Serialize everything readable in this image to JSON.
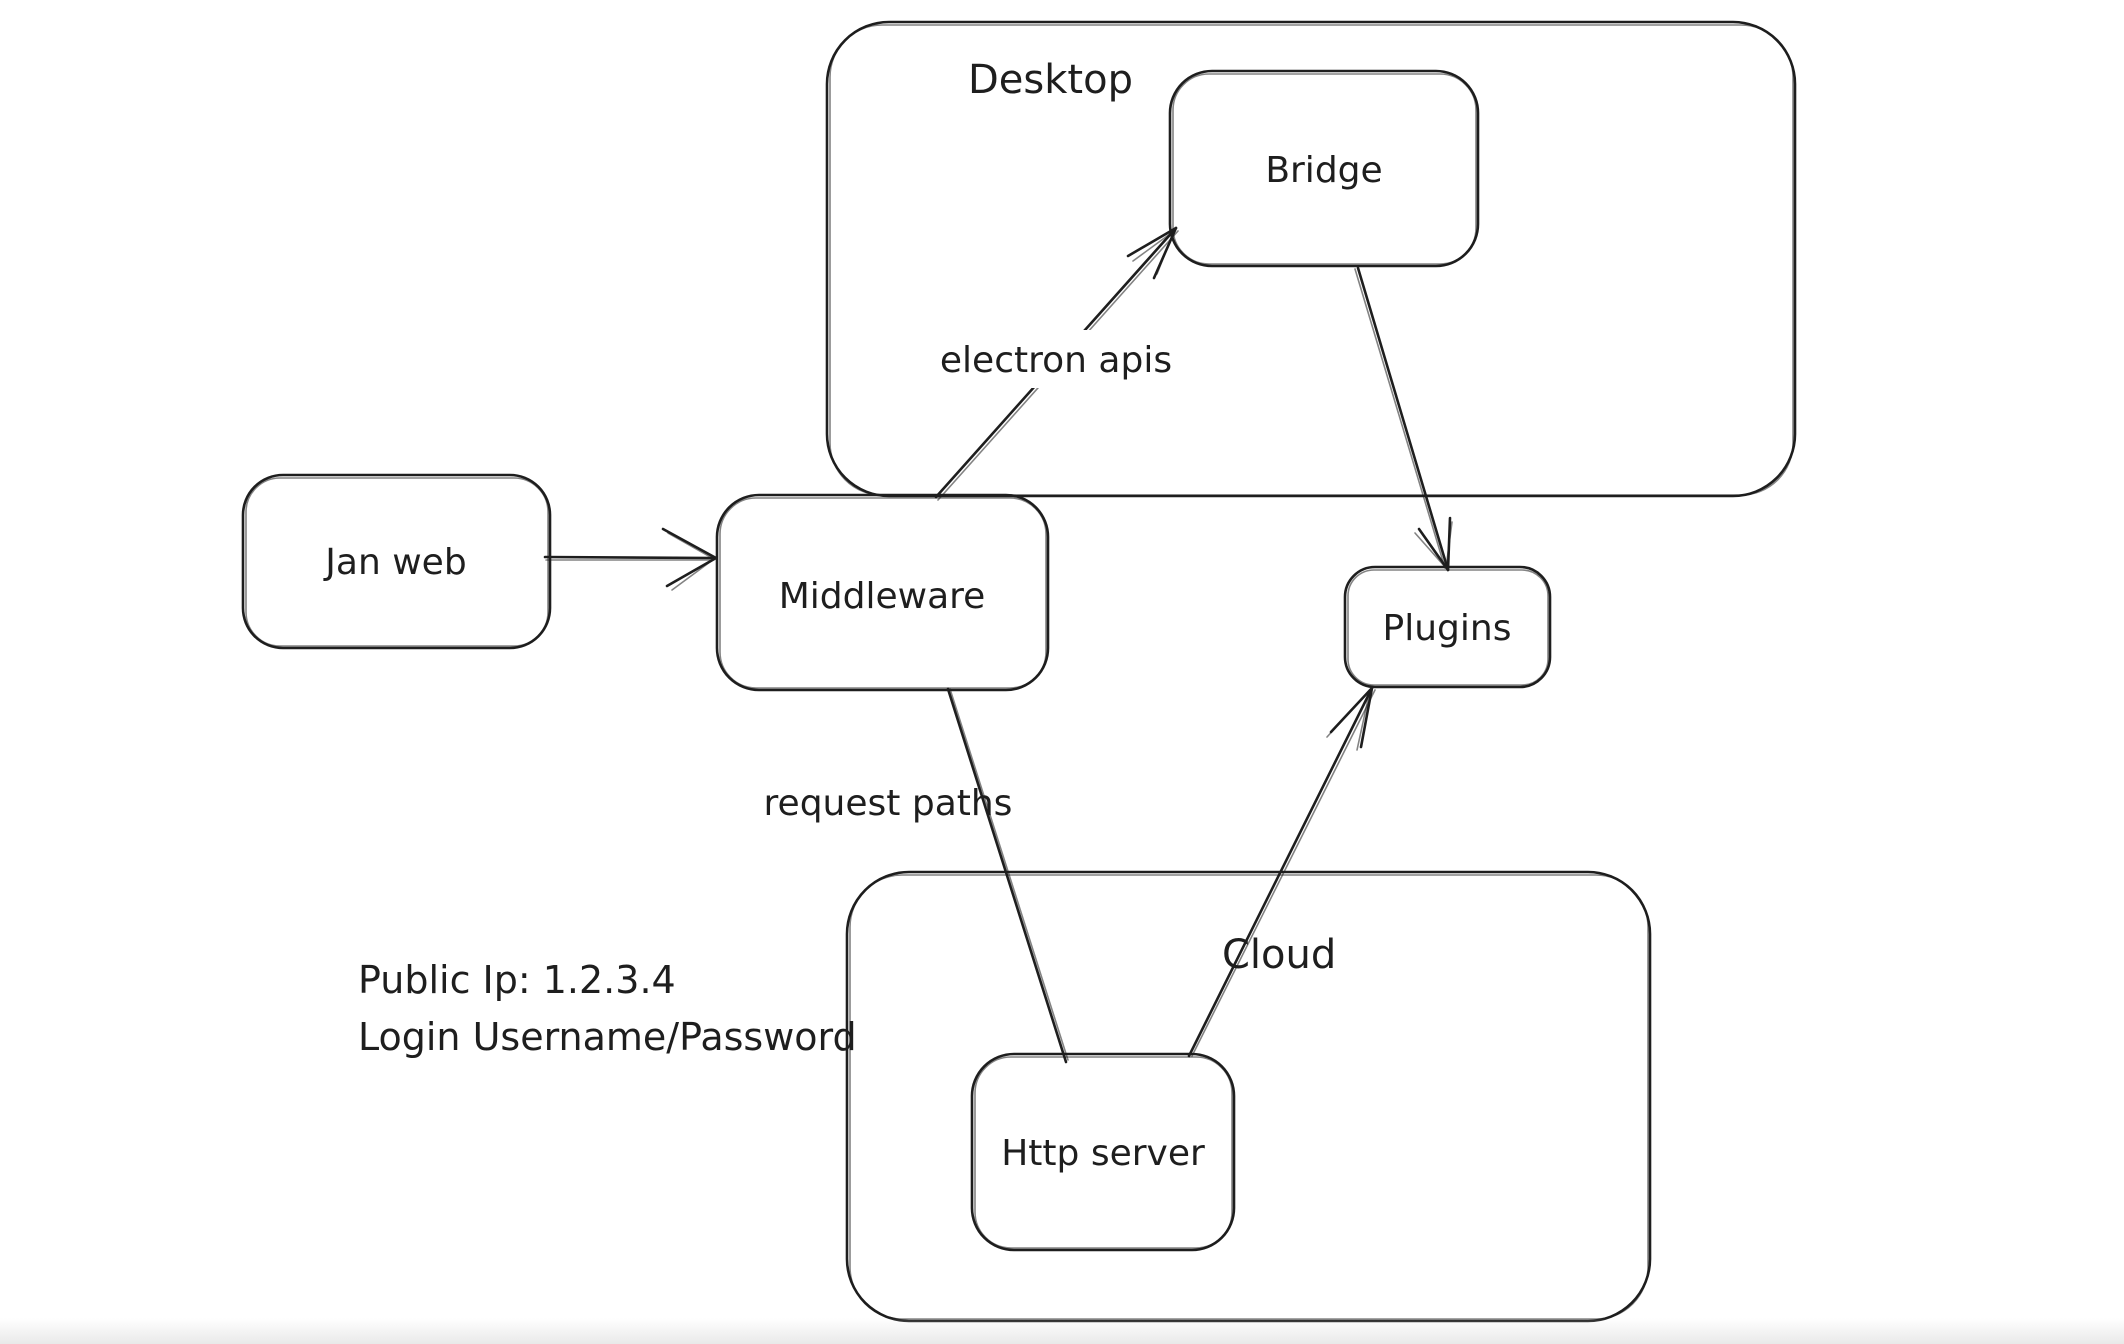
{
  "colors": {
    "ink": "#1e1e1e",
    "background": "#ffffff",
    "label_bg": "#ffffff"
  },
  "containers": {
    "desktop": {
      "label": "Desktop"
    },
    "cloud": {
      "label": "Cloud"
    }
  },
  "nodes": {
    "jan_web": {
      "label": "Jan web"
    },
    "middleware": {
      "label": "Middleware"
    },
    "bridge": {
      "label": "Bridge"
    },
    "plugins": {
      "label": "Plugins"
    },
    "http_server": {
      "label": "Http server"
    }
  },
  "edges": {
    "jan_web_to_middleware": {
      "from": "Jan web",
      "to": "Middleware",
      "label": "",
      "arrowhead": "end"
    },
    "middleware_to_bridge": {
      "from": "Middleware",
      "to": "Bridge",
      "label": "electron apis",
      "arrowhead": "end"
    },
    "bridge_to_plugins": {
      "from": "Bridge",
      "to": "Plugins",
      "label": "",
      "arrowhead": "end"
    },
    "middleware_to_http_server": {
      "from": "Middleware",
      "to": "Http server",
      "label": "request paths",
      "arrowhead": "none"
    },
    "http_server_to_plugins": {
      "from": "Http server",
      "to": "Plugins",
      "label": "",
      "arrowhead": "end"
    }
  },
  "annotations": {
    "public_ip": "Public Ip: 1.2.3.4",
    "login": "Login Username/Password"
  }
}
